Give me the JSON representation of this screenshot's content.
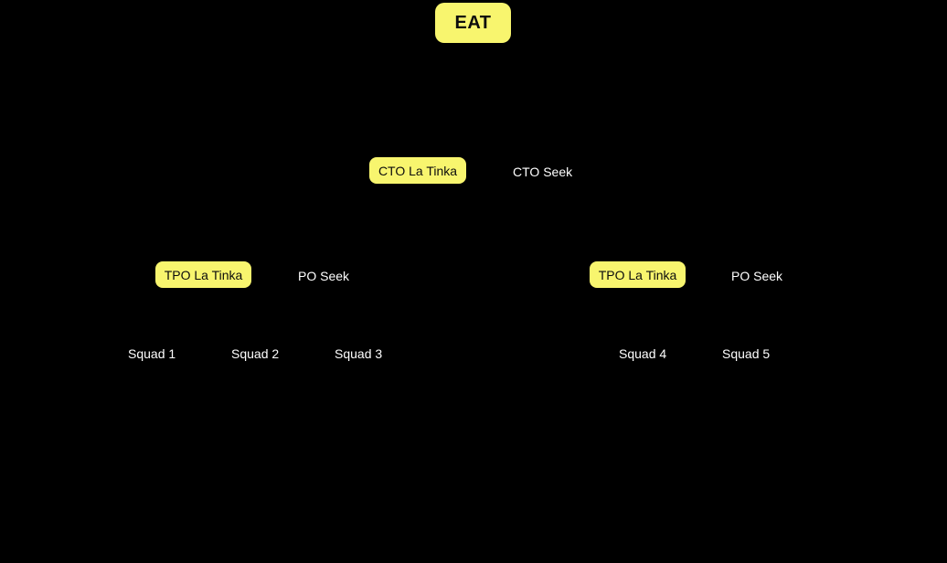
{
  "colors": {
    "background": "#000000",
    "badge_fill": "#F8F56E",
    "badge_text": "#0D0D0D",
    "label_text": "#FFFFFF"
  },
  "diagram": {
    "root": {
      "label": "EAT"
    },
    "level_cto": {
      "cto_la_tinka": "CTO La Tinka",
      "cto_seek": "CTO Seek"
    },
    "branch_left": {
      "tpo_la_tinka": "TPO La Tinka",
      "po_seek": "PO Seek"
    },
    "branch_right": {
      "tpo_la_tinka": "TPO La Tinka",
      "po_seek": "PO Seek"
    },
    "squads": [
      "Squad 1",
      "Squad 2",
      "Squad 3",
      "Squad 4",
      "Squad 5"
    ]
  }
}
